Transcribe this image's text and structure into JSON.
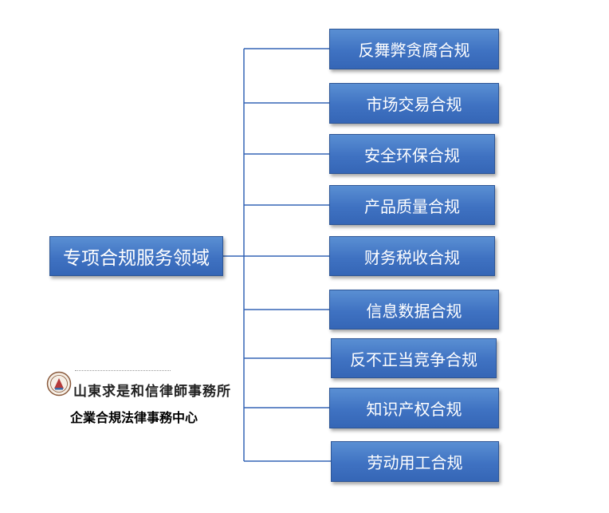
{
  "root": {
    "label": "专项合规服务领域"
  },
  "branches": [
    {
      "label": "反舞弊贪腐合规"
    },
    {
      "label": "市场交易合规"
    },
    {
      "label": "安全环保合规"
    },
    {
      "label": "产品质量合规"
    },
    {
      "label": "财务税收合规"
    },
    {
      "label": "信息数据合规"
    },
    {
      "label": "反不正当竞争合规"
    },
    {
      "label": "知识产权合规"
    },
    {
      "label": "劳动用工合规"
    }
  ],
  "logo": {
    "name": "山東求是和信律師事務所"
  },
  "subtitle": "企業合規法律事務中心",
  "colors": {
    "box": "#4a80c8",
    "line": "#3565b5"
  }
}
